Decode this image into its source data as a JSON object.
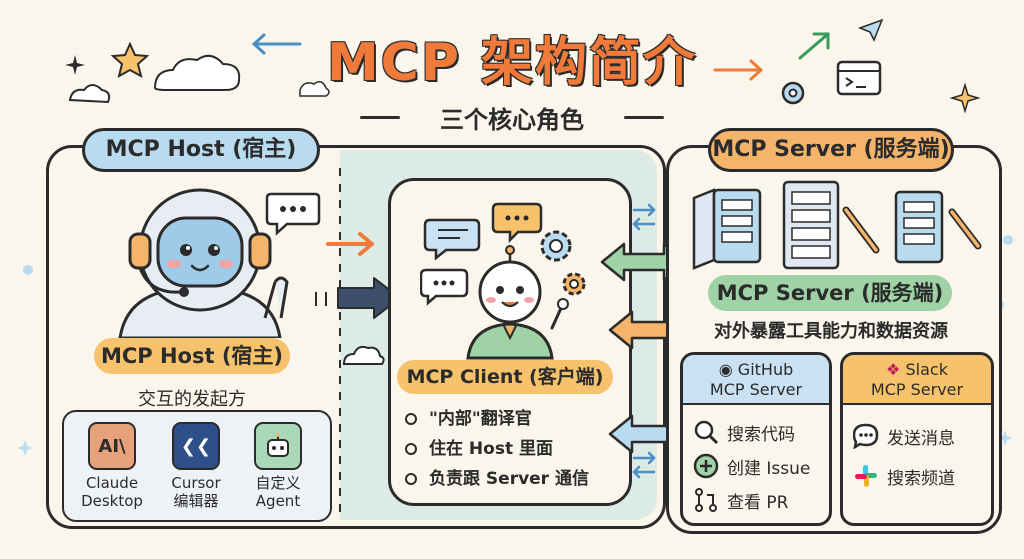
{
  "title": "MCP 架构简介",
  "subtitle": "三个核心角色",
  "host": {
    "header": "MCP Host (宿主)",
    "label": "MCP Host (宿主)",
    "desc": "交互的发起方",
    "apps": [
      {
        "name_line1": "Claude",
        "name_line2": "Desktop",
        "icon": "claude-icon"
      },
      {
        "name_line1": "Cursor",
        "name_line2": "编辑器",
        "icon": "cursor-icon"
      },
      {
        "name_line1": "自定义",
        "name_line2": "Agent",
        "icon": "robot-icon"
      }
    ]
  },
  "client": {
    "label": "MCP Client (客户端)",
    "bullets": [
      "\"内部\"翻译官",
      "住在 Host 里面",
      "负责跟 Server 通信"
    ]
  },
  "server": {
    "header": "MCP Server (服务端)",
    "label": "MCP Server (服务端)",
    "desc": "对外暴露工具能力和数据资源",
    "cards": [
      {
        "title_line1": "GitHub",
        "title_line2": "MCP Server",
        "items": [
          "搜索代码",
          "创建 Issue",
          "查看 PR"
        ]
      },
      {
        "title_line1": "Slack",
        "title_line2": "MCP Server",
        "items": [
          "发送消息",
          "搜索频道"
        ]
      }
    ]
  },
  "colors": {
    "title": "#f07a3a",
    "host": "#b9dbef",
    "server": "#f6b46b",
    "green": "#9fd3a6",
    "yellow": "#f6c26b"
  }
}
